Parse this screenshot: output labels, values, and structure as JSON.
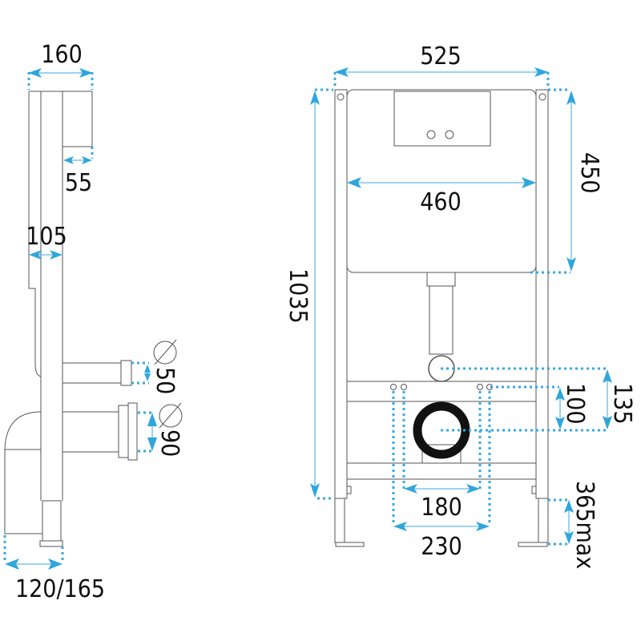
{
  "drawing": {
    "title": "Wall-hung WC installation frame dimensions",
    "colors": {
      "dimension": "#39a9dc",
      "outline": "#555555",
      "text": "#111111"
    },
    "side_view": {
      "depth_total": "160",
      "cistern_step": "55",
      "frame_depth": "105",
      "flush_pipe_diameter": "Ø50",
      "waste_pipe_diameter": "Ø90",
      "foot_offset": "120/165"
    },
    "front_view": {
      "frame_width": "525",
      "cistern_width": "460",
      "cistern_height": "450",
      "frame_height": "1035",
      "inlet_to_outlet": "135",
      "bolt_to_outlet": "100",
      "inner_bolt_spacing": "180",
      "outer_bolt_spacing": "230",
      "leg_extension": "365max"
    }
  }
}
